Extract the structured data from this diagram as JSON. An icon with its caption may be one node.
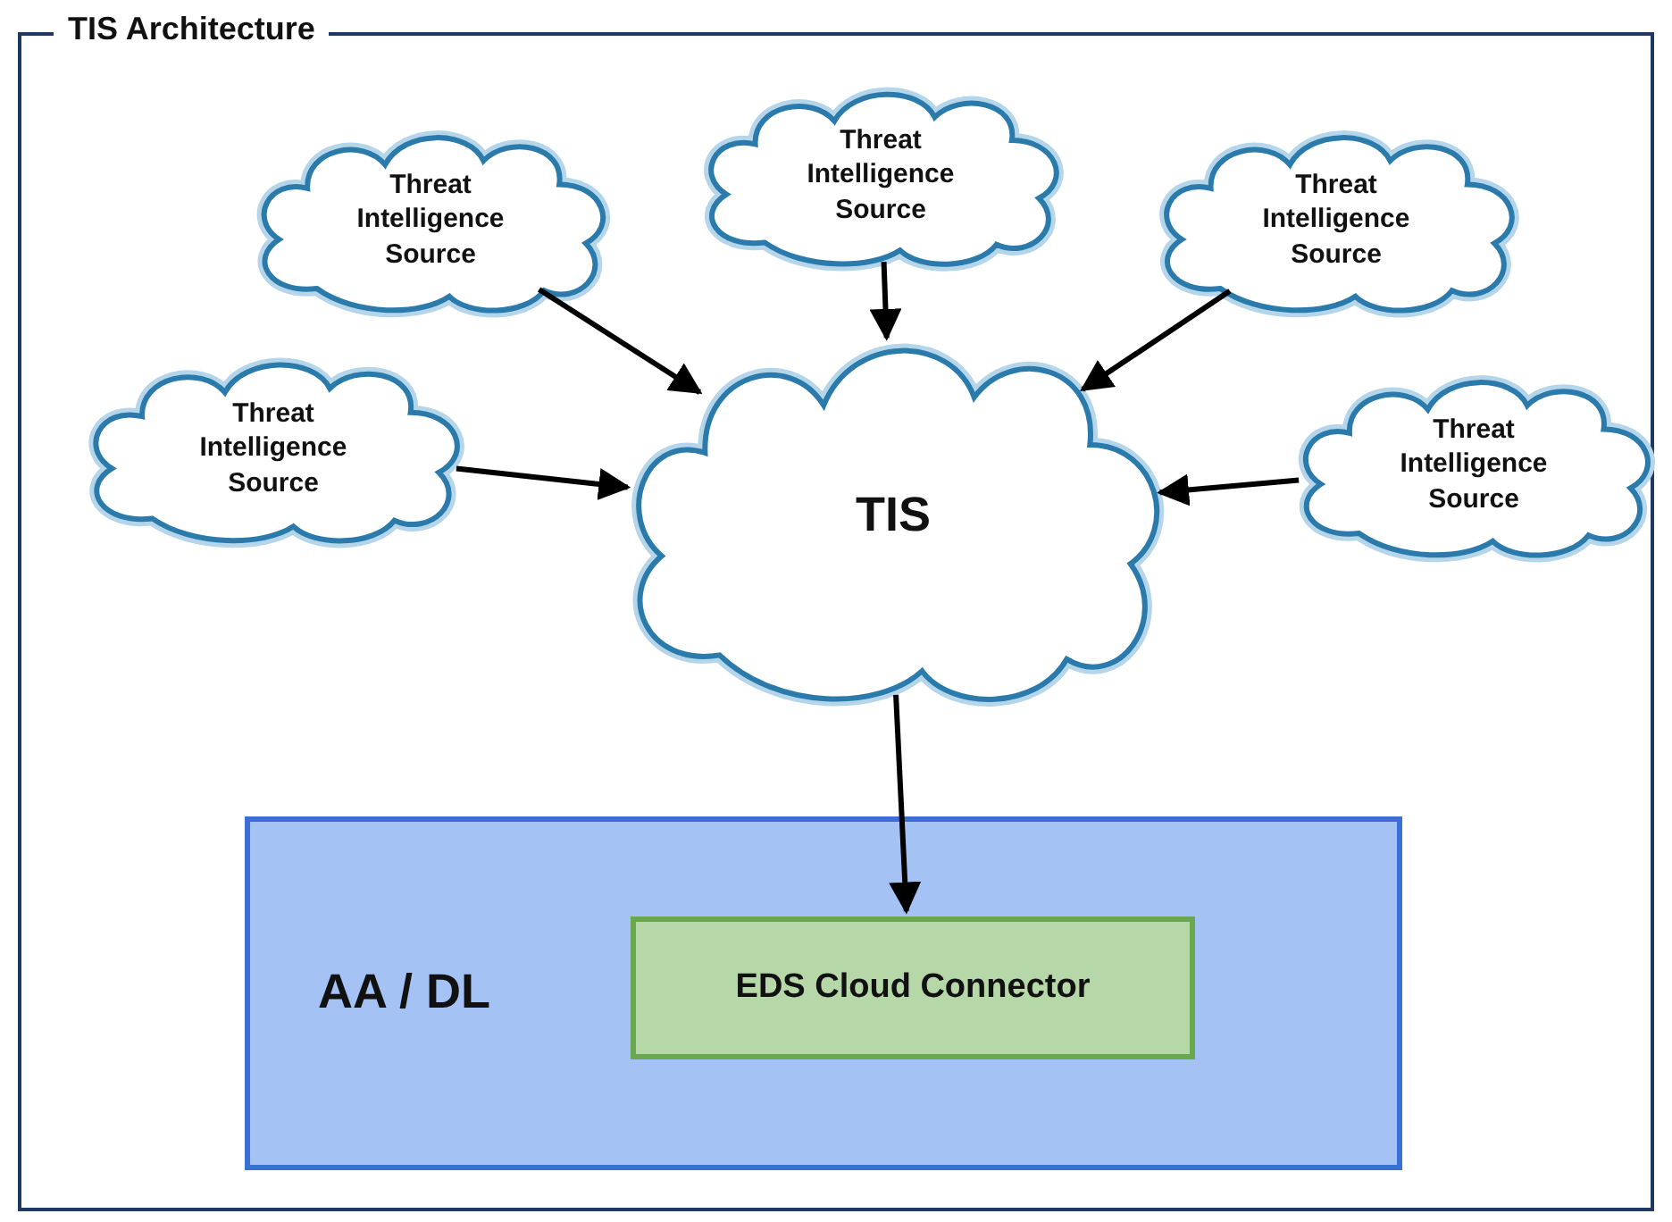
{
  "diagram": {
    "title": "TIS Architecture",
    "nodes": [
      {
        "text": [
          "Threat Intelligence Source"
        ]
      },
      {
        "text": [
          "Threat Intelligence Source"
        ]
      },
      {
        "text": [
          "Threat Intelligence Source"
        ]
      },
      {
        "text": [
          "Threat Intelligence Source"
        ]
      },
      {
        "text": [
          "Threat Intelligence Source"
        ]
      },
      {
        "text": [
          "TIS"
        ]
      },
      {
        "text": [
          "AA / DL"
        ]
      },
      {
        "text": [
          "EDS Cloud Connector"
        ],
        "in": 6
      }
    ],
    "edges": [
      {
        "from": 0,
        "to": 5,
        "arrow": "to"
      },
      {
        "from": 1,
        "to": 5,
        "arrow": "to"
      },
      {
        "from": 2,
        "to": 5,
        "arrow": "to"
      },
      {
        "from": 3,
        "to": 5,
        "arrow": "to"
      },
      {
        "from": 4,
        "to": 5,
        "arrow": "to"
      },
      {
        "from": 5,
        "to": 7,
        "arrow": "to"
      }
    ]
  }
}
